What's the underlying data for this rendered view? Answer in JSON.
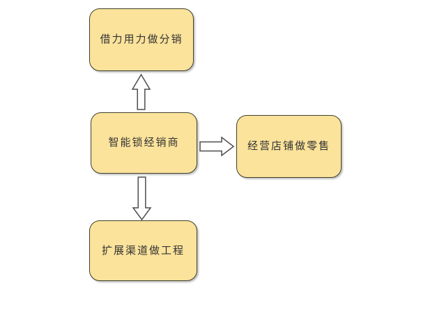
{
  "diagram": {
    "type": "flowchart",
    "colors": {
      "background": "#ffffff",
      "node_fill": "#fbe39b",
      "node_border": "#3f3f2c",
      "text_color": "#333333",
      "arrow_fill": "#ffffff",
      "arrow_stroke": "#4d4d4d"
    },
    "nodes": {
      "top": {
        "label": "借力用力做分销"
      },
      "center": {
        "label": "智能锁经销商"
      },
      "right": {
        "label": "经营店铺做零售"
      },
      "bottom": {
        "label": "扩展渠道做工程"
      }
    },
    "arrows": [
      {
        "direction": "up",
        "from": "center",
        "to": "top"
      },
      {
        "direction": "right",
        "from": "center",
        "to": "right"
      },
      {
        "direction": "down",
        "from": "center",
        "to": "bottom"
      }
    ]
  }
}
